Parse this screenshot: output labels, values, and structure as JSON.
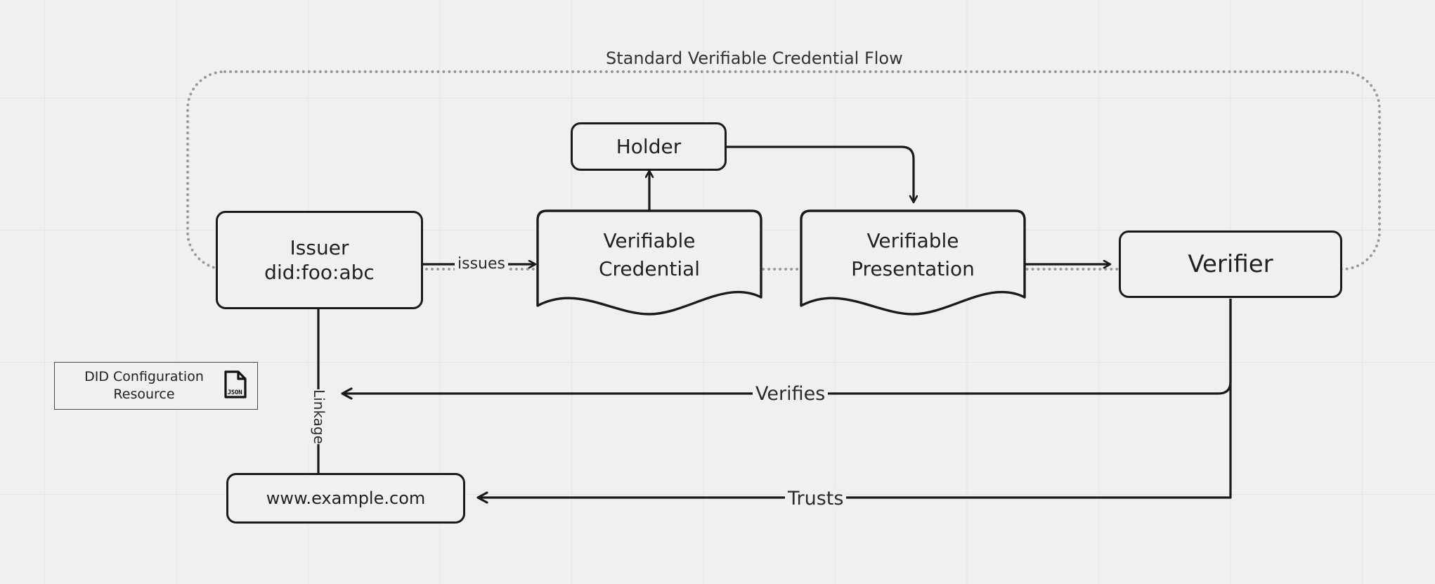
{
  "diagram": {
    "title": "Standard Verifiable Credential Flow",
    "background_color": "#f0f0f0",
    "grid_color": "#e6e6e6",
    "stroke_color": "#1a1a1a",
    "group_border_color": "#999999",
    "text_color": "#222222"
  },
  "nodes": {
    "issuer": {
      "line1": "Issuer",
      "line2": "did:foo:abc"
    },
    "holder": {
      "label": "Holder"
    },
    "verifiable_credential": {
      "line1": "Verifiable",
      "line2": "Credential"
    },
    "verifiable_presentation": {
      "line1": "Verifiable",
      "line2": "Presentation"
    },
    "verifier": {
      "label": "Verifier"
    },
    "did_configuration_resource": {
      "line1": "DID Configuration",
      "line2": "Resource",
      "icon": "json-file-icon",
      "icon_label": "JSON"
    },
    "domain": {
      "label": "www.example.com"
    }
  },
  "edges": {
    "issues": {
      "label": "issues"
    },
    "verifies": {
      "label": "Verifies"
    },
    "trusts": {
      "label": "Trusts"
    },
    "linkage": {
      "label": "Linkage"
    }
  }
}
